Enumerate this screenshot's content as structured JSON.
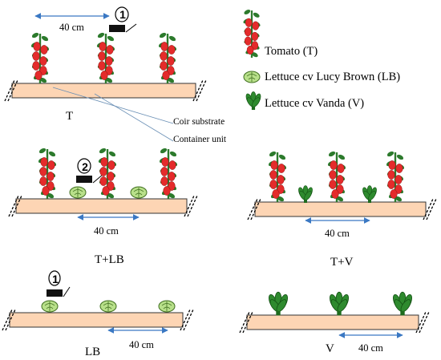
{
  "legend": {
    "tomato": "Tomato (T)",
    "lucy_brown": "Lettuce cv Lucy Brown (LB)",
    "vanda": "Lettuce cv Vanda (V)"
  },
  "annotations": {
    "substrate": "Coir substrate",
    "container": "Container unit"
  },
  "spacing_label": "40 cm",
  "sensor_numbers": [
    "1",
    "2",
    "1"
  ],
  "systems": {
    "T": "T",
    "T_LB": "T+LB",
    "T_V": "T+V",
    "LB": "LB",
    "V": "V"
  },
  "colors": {
    "container": "#fdd5b4",
    "arrow": "#3a78c3",
    "tomato_fruit": "#e42b2b",
    "leaf": "#2c7a2c",
    "lettuce_lucy_brown": "#b8e08a",
    "lettuce_vanda": "#2e8a2e",
    "sensor": "#111111"
  }
}
